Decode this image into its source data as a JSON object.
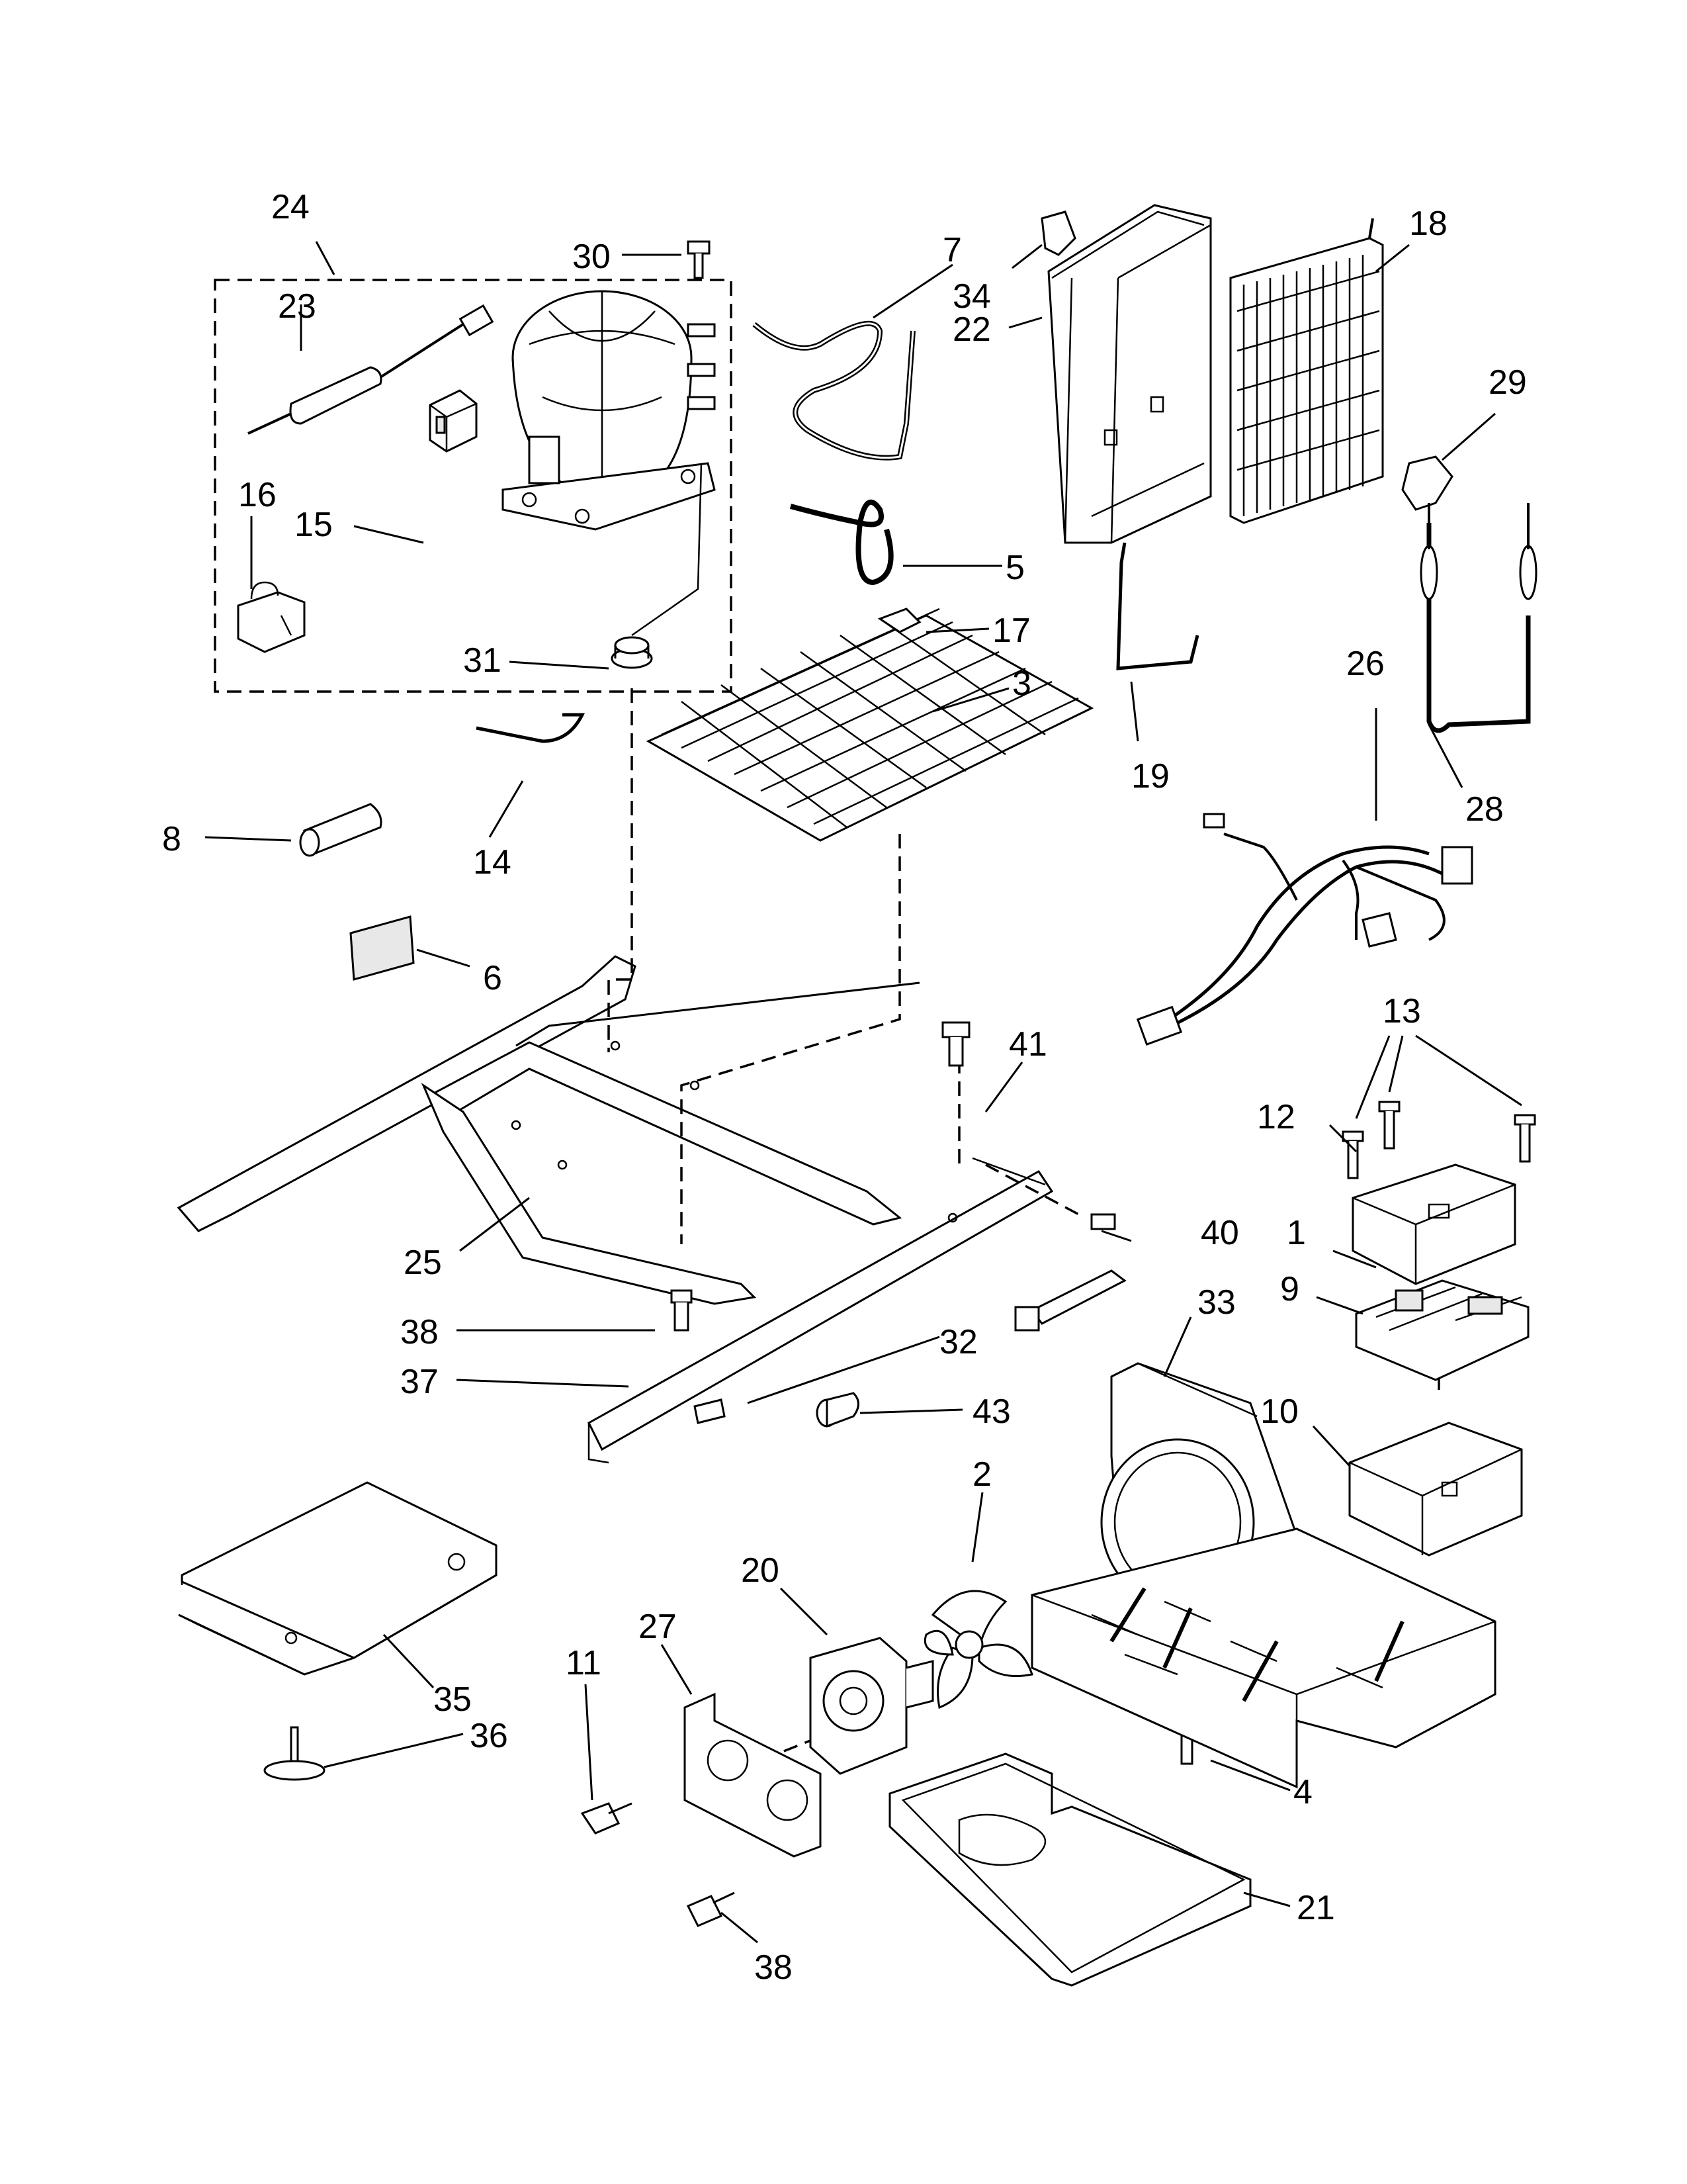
{
  "callouts": [
    {
      "id": "24",
      "label": "24"
    },
    {
      "id": "23",
      "label": "23"
    },
    {
      "id": "30",
      "label": "30"
    },
    {
      "id": "7",
      "label": "7"
    },
    {
      "id": "34",
      "label": "34"
    },
    {
      "id": "22",
      "label": "22"
    },
    {
      "id": "18",
      "label": "18"
    },
    {
      "id": "29",
      "label": "29"
    },
    {
      "id": "16",
      "label": "16"
    },
    {
      "id": "15",
      "label": "15"
    },
    {
      "id": "5",
      "label": "5"
    },
    {
      "id": "17",
      "label": "17"
    },
    {
      "id": "3",
      "label": "3"
    },
    {
      "id": "31",
      "label": "31"
    },
    {
      "id": "19",
      "label": "19"
    },
    {
      "id": "26",
      "label": "26"
    },
    {
      "id": "28",
      "label": "28"
    },
    {
      "id": "8",
      "label": "8"
    },
    {
      "id": "14",
      "label": "14"
    },
    {
      "id": "6",
      "label": "6"
    },
    {
      "id": "13",
      "label": "13"
    },
    {
      "id": "41",
      "label": "41"
    },
    {
      "id": "12",
      "label": "12"
    },
    {
      "id": "1",
      "label": "1"
    },
    {
      "id": "40",
      "label": "40"
    },
    {
      "id": "25",
      "label": "25"
    },
    {
      "id": "9",
      "label": "9"
    },
    {
      "id": "33",
      "label": "33"
    },
    {
      "id": "38a",
      "label": "38"
    },
    {
      "id": "32",
      "label": "32"
    },
    {
      "id": "37",
      "label": "37"
    },
    {
      "id": "43",
      "label": "43"
    },
    {
      "id": "10",
      "label": "10"
    },
    {
      "id": "2",
      "label": "2"
    },
    {
      "id": "20",
      "label": "20"
    },
    {
      "id": "27",
      "label": "27"
    },
    {
      "id": "35",
      "label": "35"
    },
    {
      "id": "11",
      "label": "11"
    },
    {
      "id": "36",
      "label": "36"
    },
    {
      "id": "4",
      "label": "4"
    },
    {
      "id": "21",
      "label": "21"
    },
    {
      "id": "38b",
      "label": "38"
    }
  ]
}
